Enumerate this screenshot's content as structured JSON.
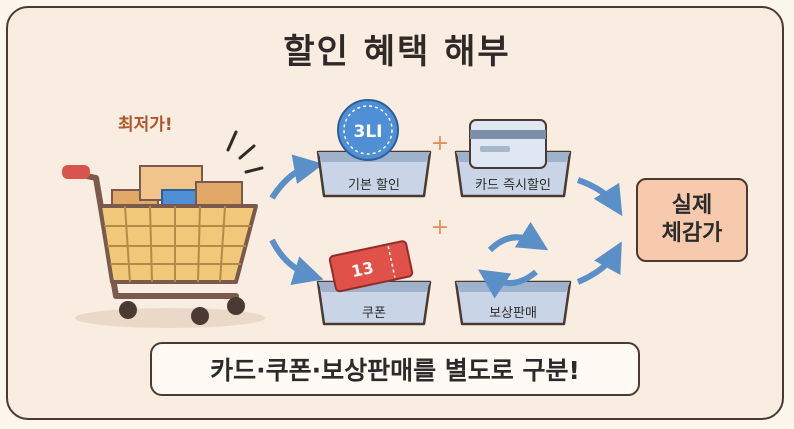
{
  "title": "할인 혜택 해부",
  "cart": {
    "tagline": "최저가!"
  },
  "discounts": [
    {
      "label": "기본 할인",
      "badge": "3LI"
    },
    {
      "label": "카드 즉시할인"
    },
    {
      "label": "쿠폰",
      "ticket": "13"
    },
    {
      "label": "보상판매"
    }
  ],
  "plus_symbols": [
    "+",
    "+"
  ],
  "result": {
    "label": "실제\n체감가"
  },
  "bottom_banner": "카드·쿠폰·보상판매를 별도로 구분!",
  "colors": {
    "background": "#f9ece0",
    "border": "#4a3a33",
    "result_fill": "#f7c9ad",
    "arrow": "#5a8fc8",
    "box": "#c9d5e6"
  }
}
